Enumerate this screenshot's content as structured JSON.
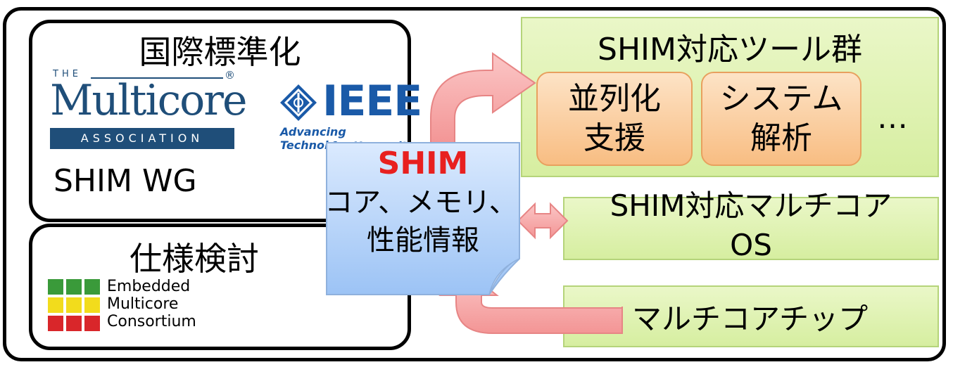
{
  "left": {
    "standardization": {
      "title": "国際標準化",
      "mca_logo": {
        "the": "THE",
        "name": "Multicore",
        "registered": "®",
        "association": "ASSOCIATION"
      },
      "ieee_logo": {
        "name": "IEEE",
        "tagline_line1": "Advancing Technology",
        "tagline_line2": "for Humanity"
      },
      "wg_label": "SHIM WG"
    },
    "spec": {
      "title": "仕様検討",
      "emc_logo": {
        "line1": "Embedded",
        "line2": "Multicore",
        "line3": "Consortium"
      }
    }
  },
  "center_doc": {
    "title": "SHIM",
    "line1": "コア、メモリ、",
    "line2": "性能情報"
  },
  "right": {
    "tools": {
      "title": "SHIM対応ツール群",
      "items": [
        {
          "line1": "並列化",
          "line2": "支援"
        },
        {
          "line1": "システム",
          "line2": "解析"
        }
      ],
      "ellipsis": "…"
    },
    "os": {
      "line1": "SHIM対応マルチコア",
      "line2": "OS"
    },
    "chip": {
      "label": "マルチコアチップ"
    }
  },
  "colors": {
    "shim_red": "#e8201f",
    "doc_blue": "#bcd8fb",
    "green_panel": "#dcefb0",
    "orange_box": "#f9c58d",
    "arrow_pink": "#f7aaaa",
    "mca_blue": "#1f4e79",
    "ieee_blue": "#1a5aa8"
  }
}
